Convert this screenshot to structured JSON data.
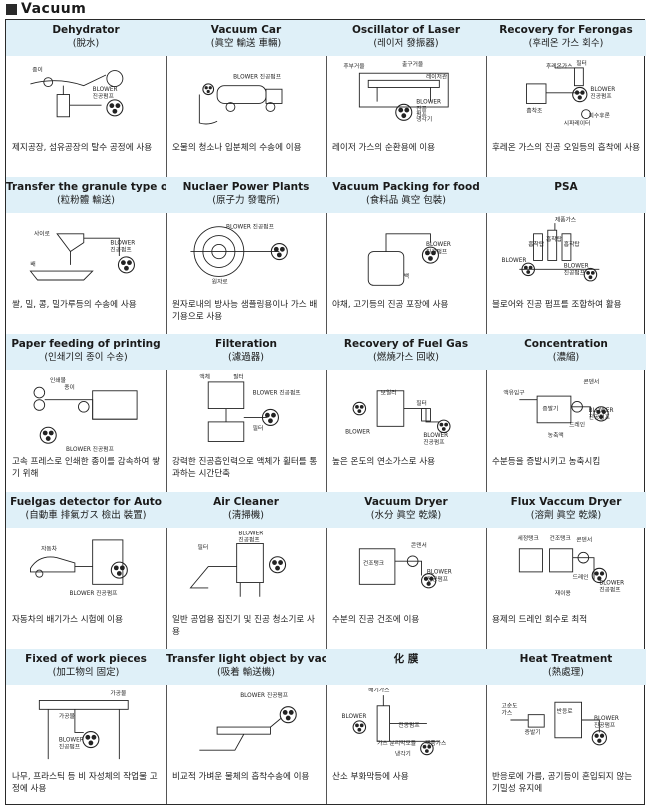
{
  "page": {
    "title": "Vacuum"
  },
  "cells": [
    {
      "en": "Dehydrator",
      "ko": "(脫水)",
      "desc": "제지공장, 섬유공장의 탈수 공정에 사용",
      "labels": [
        "종이",
        "BLOWER",
        "진공펌프"
      ]
    },
    {
      "en": "Vacuum Car",
      "ko": "(眞空 輸送 車輛)",
      "desc": "오물의 청소나 입분체의 수송에 이용",
      "labels": [
        "BLOWER 진공펌프"
      ]
    },
    {
      "en": "Oscillator of Laser",
      "ko": "(레이저 發振器)",
      "desc": "레이저 가스의 순환용에 이용",
      "labels": [
        "후부거울",
        "출구거울",
        "레이저관",
        "BLOWER",
        "진공",
        "펌프",
        "냉각기"
      ]
    },
    {
      "en": "Recovery for Ferongas",
      "ko": "(후레온 가스 회수)",
      "desc": "후레온 가스의 진공 오일등의 흡착에 사용",
      "labels": [
        "후레온가스",
        "필터",
        "흡착조",
        "BLOWER",
        "진공펌프",
        "시파레이터",
        "회수후론"
      ]
    },
    {
      "en": "Transfer the granule type objects",
      "ko": "(粒粉體 輸送)",
      "desc": "쌀, 밀, 콩, 밀가루등의 수송에 사용",
      "labels": [
        "사이로",
        "BLOWER",
        "진공펌프",
        "배"
      ]
    },
    {
      "en": "Nuclaer Power Plants",
      "ko": "(原子力 發電所)",
      "desc": "원자로내의 방사능 샘플링용이나 가스 배기용으로 사용",
      "labels": [
        "BLOWER 진공펌프",
        "원자로"
      ]
    },
    {
      "en": "Vacuum Packing for food",
      "ko": "(食料品 眞空 包裝)",
      "desc": "야채, 고기등의 진공 포장에 사용",
      "labels": [
        "BLOWER",
        "진공펌프",
        "백"
      ]
    },
    {
      "en": "PSA",
      "ko": "",
      "desc": "블로어와 진공 펌프를 조합하여 활용",
      "labels": [
        "제품가스",
        "흡착탑",
        "흡착탑",
        "흡착탑",
        "BLOWER",
        "BLOWER",
        "진공펌프"
      ]
    },
    {
      "en": "Paper feeding of printing",
      "ko": "(인쇄기의 종이 수송)",
      "desc": "고속 프레스로 인쇄한 종이를 감속하여 쌓기 위해",
      "labels": [
        "인쇄물",
        "종이",
        "BLOWER 진공펌프"
      ]
    },
    {
      "en": "Filteration",
      "ko": "(濾過器)",
      "desc": "강력한 진공흡인력으로 액체가 휠터를 통과하는 시간단축",
      "labels": [
        "액체",
        "필터",
        "BLOWER 진공펌프",
        "필터"
      ]
    },
    {
      "en": "Recovery of Fuel Gas",
      "ko": "(燃燒가스 回收)",
      "desc": "높은 온도의 연소가스로 사용",
      "labels": [
        "보일러",
        "필터",
        "BLOWER",
        "BLOWER",
        "진공펌프"
      ]
    },
    {
      "en": "Concentration",
      "ko": "(濃縮)",
      "desc": "수분등을 증발시키고 농축시킴",
      "labels": [
        "액유입구",
        "콘덴서",
        "증발기",
        "드레인",
        "BLOWER",
        "진공펌프",
        "농축액"
      ]
    },
    {
      "en": "Fuelgas detector for Auto",
      "ko": "(自動車 排氣ガス 檢出 裝置)",
      "desc": "자동차의 배기가스 시험에 이용",
      "labels": [
        "자동차",
        "BLOWER 진공펌프"
      ]
    },
    {
      "en": "Air Cleaner",
      "ko": "(淸掃機)",
      "desc": "일반 공업용 집진기 및 진공 청소기로 사용",
      "labels": [
        "BLOWER",
        "진공펌프",
        "필터"
      ]
    },
    {
      "en": "Vacuum Dryer",
      "ko": "(水分 眞空 乾燥)",
      "desc": "수분의 진공 건조에 이용",
      "labels": [
        "콘덴서",
        "건조탱크",
        "BLOWER",
        "진공펌프"
      ]
    },
    {
      "en": "Flux Vaccum Dryer",
      "ko": "(溶劑 眞空 乾燥)",
      "desc": "용제의 드레인 회수로 최적",
      "labels": [
        "세정탱크",
        "건조탱크",
        "콘덴서",
        "BLOWER",
        "진공펌프",
        "드레인",
        "재이용"
      ]
    },
    {
      "en": "Fixed of work pieces",
      "ko": "(加工物의 固定)",
      "desc": "나무, 프라스틱 등 비 자성체의 작업물 고정에 사용",
      "labels": [
        "가공물",
        "가공물",
        "BLOWER",
        "진공펌프"
      ]
    },
    {
      "en": "Transfer light object by vaccum holder",
      "ko": "(吸着 輸送機)",
      "desc": "비교적 가벼운 물체의 흡착수송에 이용",
      "labels": [
        "BLOWER 진공펌프"
      ]
    },
    {
      "en": "化 膜",
      "ko": "",
      "desc": "산소 부화막등에 사용",
      "labels": [
        "배기가스",
        "BLOWER",
        "진공펌프",
        "가스 분리막모듈",
        "제품가스",
        "냉각기"
      ]
    },
    {
      "en": "Heat Treatment",
      "ko": "(熱處理)",
      "desc": "반응로에 가름, 공기등이 혼입되지 않는 기밀성 유지에",
      "labels": [
        "고순도",
        "가스",
        "반응로",
        "증발기",
        "BLOWER",
        "진공펌프"
      ]
    }
  ]
}
